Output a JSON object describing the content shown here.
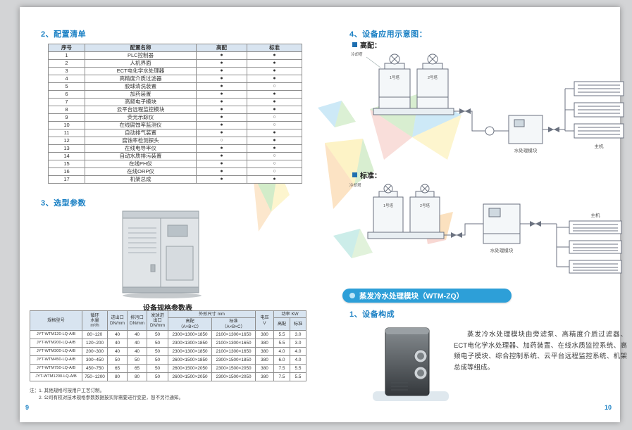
{
  "colors": {
    "accent_blue": "#1a80c4",
    "banner_blue": "#2d9fd8",
    "table_header_bg": "#d8e4f0"
  },
  "pages": {
    "left_number": "9",
    "right_number": "10"
  },
  "left": {
    "section2_title": "2、配置清单",
    "config_table": {
      "headers": [
        "序号",
        "配置名称",
        "高配",
        "标准"
      ],
      "rows": [
        [
          "1",
          "PLC控制器",
          "●",
          "●"
        ],
        [
          "2",
          "人机界面",
          "●",
          "●"
        ],
        [
          "3",
          "ECT电化学水处理器",
          "●",
          "●"
        ],
        [
          "4",
          "高精度介质过滤器",
          "●",
          "●"
        ],
        [
          "5",
          "胶球清洗装置",
          "●",
          "○"
        ],
        [
          "6",
          "加药装置",
          "●",
          "●"
        ],
        [
          "7",
          "高频电子模块",
          "●",
          "●"
        ],
        [
          "8",
          "云平台远程监控模块",
          "●",
          "●"
        ],
        [
          "9",
          "荧光示踪仪",
          "●",
          "○"
        ],
        [
          "10",
          "在线腐蚀率监测仪",
          "●",
          "○"
        ],
        [
          "11",
          "自动排气装置",
          "●",
          "●"
        ],
        [
          "12",
          "腐蚀率检测探头",
          "○",
          "●"
        ],
        [
          "13",
          "在线电导率仪",
          "●",
          "●"
        ],
        [
          "14",
          "自动水质排污装置",
          "●",
          "○"
        ],
        [
          "15",
          "在线PH仪",
          "●",
          "○"
        ],
        [
          "16",
          "在线ORP仪",
          "●",
          "○"
        ],
        [
          "17",
          "机架总成",
          "●",
          "●"
        ]
      ]
    },
    "section3_title": "3、选型参数",
    "spec_table": {
      "title": "设备规格参数表",
      "headers": {
        "model": "规格型号",
        "flow": "循环\n水量\nm³/h",
        "inlet": "进出口\nDN/mm",
        "drain": "排污口\nDN/mm",
        "ball": "发球进\n出口\nDN/mm",
        "dims": "外形尺寸  mm",
        "dims_high": "高配\n（A×B×C）",
        "dims_std": "标准\n（A×B×C）",
        "voltage": "电压\nV",
        "power": "功率  KW",
        "power_high": "高配",
        "power_std": "标准"
      },
      "rows": [
        [
          "JYT-WTM120-LQ-A/B",
          "80~120",
          "40",
          "40",
          "50",
          "2300×1300×1850",
          "2100×1300×1650",
          "380",
          "5.5",
          "3.0"
        ],
        [
          "JYT-WTM200-LQ-A/B",
          "120~200",
          "40",
          "40",
          "50",
          "2300×1300×1850",
          "2100×1300×1650",
          "380",
          "5.5",
          "3.0"
        ],
        [
          "JYT-WTM300-LQ-A/B",
          "200~300",
          "40",
          "40",
          "50",
          "2300×1300×1850",
          "2100×1300×1650",
          "380",
          "4.0",
          "4.0"
        ],
        [
          "JYT-WTM450-LQ-A/B",
          "300~450",
          "50",
          "50",
          "50",
          "2600×1500×1850",
          "2300×1500×1850",
          "380",
          "6.0",
          "4.0"
        ],
        [
          "JYT-WTM750-LQ-A/B",
          "450~750",
          "65",
          "65",
          "50",
          "2600×1500×2050",
          "2300×1500×2050",
          "380",
          "7.5",
          "5.5"
        ],
        [
          "JYT-WTM1200-LQ-A/B",
          "750~1200",
          "80",
          "80",
          "50",
          "2600×1500×2050",
          "2300×1500×2050",
          "380",
          "7.5",
          "5.5"
        ]
      ],
      "notes": [
        "注：1. 其他规格可按用户工艺订制。",
        "2. 公司有权对技术规格参数数据按实际需要进行变更，恕不另行通知。"
      ]
    }
  },
  "right": {
    "section4_title": "4、设备应用示意图：",
    "high": {
      "label": "高配：",
      "diagram": {
        "area_label": "冷却塔",
        "tower1": "1号塔",
        "tower2": "2号塔",
        "module": "水处理模块",
        "hosts": "主机"
      }
    },
    "standard": {
      "label": "标准：",
      "diagram": {
        "area_label": "冷却塔",
        "tower1": "1号塔",
        "tower2": "2号塔",
        "module": "水处理模块",
        "hosts": "主机"
      }
    },
    "module_banner": "蒸发冷水处理模块（WTM-ZQ）",
    "section1_title": "1、设备构成",
    "composition_text": "蒸发冷水处理模块由旁滤泵、高精度介质过滤器、ECT电化学水处理器、加药装置、在线水质监控系统、高频电子模块、综合控制系统、云平台远程监控系统、机架总成等组成。"
  }
}
